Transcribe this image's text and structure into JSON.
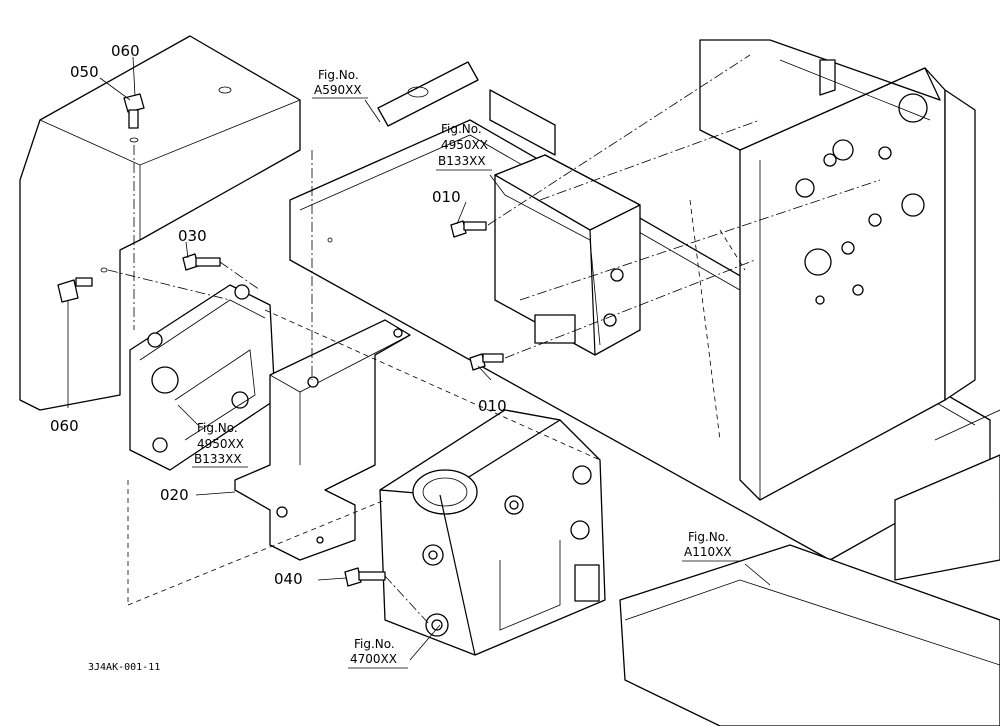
{
  "part_labels": {
    "p010_a": "010",
    "p010_b": "010",
    "p020": "020",
    "p030": "030",
    "p040": "040",
    "p050": "050",
    "p060_a": "060",
    "p060_b": "060"
  },
  "figure_refs": {
    "a590": {
      "line1": "Fig.No.",
      "line2": "A590XX"
    },
    "ecu_top": {
      "line1": "Fig.No.",
      "line2": "4950XX",
      "line3": "B133XX"
    },
    "ecu_left": {
      "line1": "Fig.No.",
      "line2": "4950XX",
      "line3": "B133XX"
    },
    "a110": {
      "line1": "Fig.No.",
      "line2": "A110XX"
    },
    "p4700": {
      "line1": "Fig.No.",
      "line2": "4700XX"
    }
  },
  "drawing_code": "3J4AK-001-11"
}
